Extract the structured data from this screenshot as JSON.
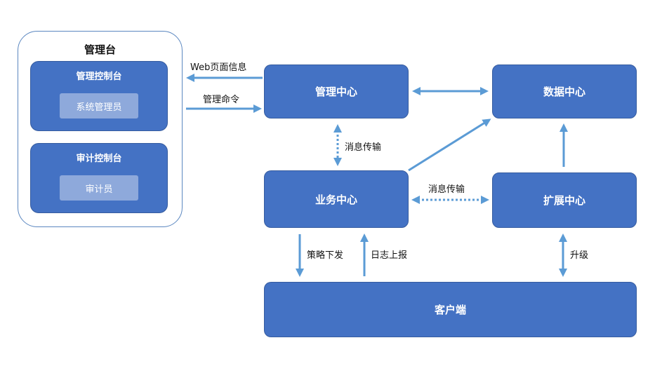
{
  "console": {
    "title": "管理台",
    "management_console": {
      "title": "管理控制台",
      "role": "系统管理员"
    },
    "audit_console": {
      "title": "审计控制台",
      "role": "审计员"
    }
  },
  "nodes": {
    "management_center": "管理中心",
    "data_center": "数据中心",
    "business_center": "业务中心",
    "extension_center": "扩展中心",
    "client": "客户端"
  },
  "edges": {
    "web_info": "Web页面信息",
    "mgmt_command": "管理命令",
    "msg_transfer_vertical": "消息传输",
    "msg_transfer_horizontal": "消息传输",
    "policy_dispatch": "策略下发",
    "log_report": "日志上报",
    "upgrade": "升级"
  },
  "colors": {
    "box": "#4472c4",
    "role": "#8ea9db",
    "arrow": "#5b9bd5",
    "frame": "#5b87c0"
  }
}
